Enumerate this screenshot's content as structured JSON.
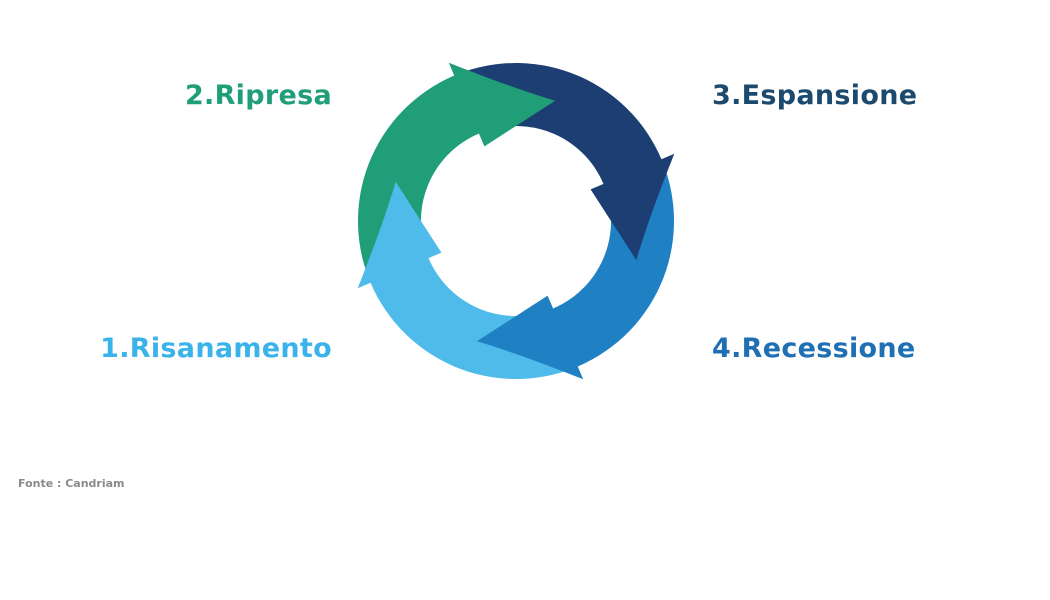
{
  "phases": [
    {
      "label": "1.Risanamento",
      "color": "#4fbbea",
      "text_color": "#3ab3ea"
    },
    {
      "label": "2.Ripresa",
      "color": "#1f9e78",
      "text_color": "#1f9e78"
    },
    {
      "label": "3.Espansione",
      "color": "#1c3e73",
      "text_color": "#1c4a6e"
    },
    {
      "label": "4.Recessione",
      "color": "#1f80c4",
      "text_color": "#1f6fb4"
    }
  ],
  "source": "Fonte : Candriam"
}
